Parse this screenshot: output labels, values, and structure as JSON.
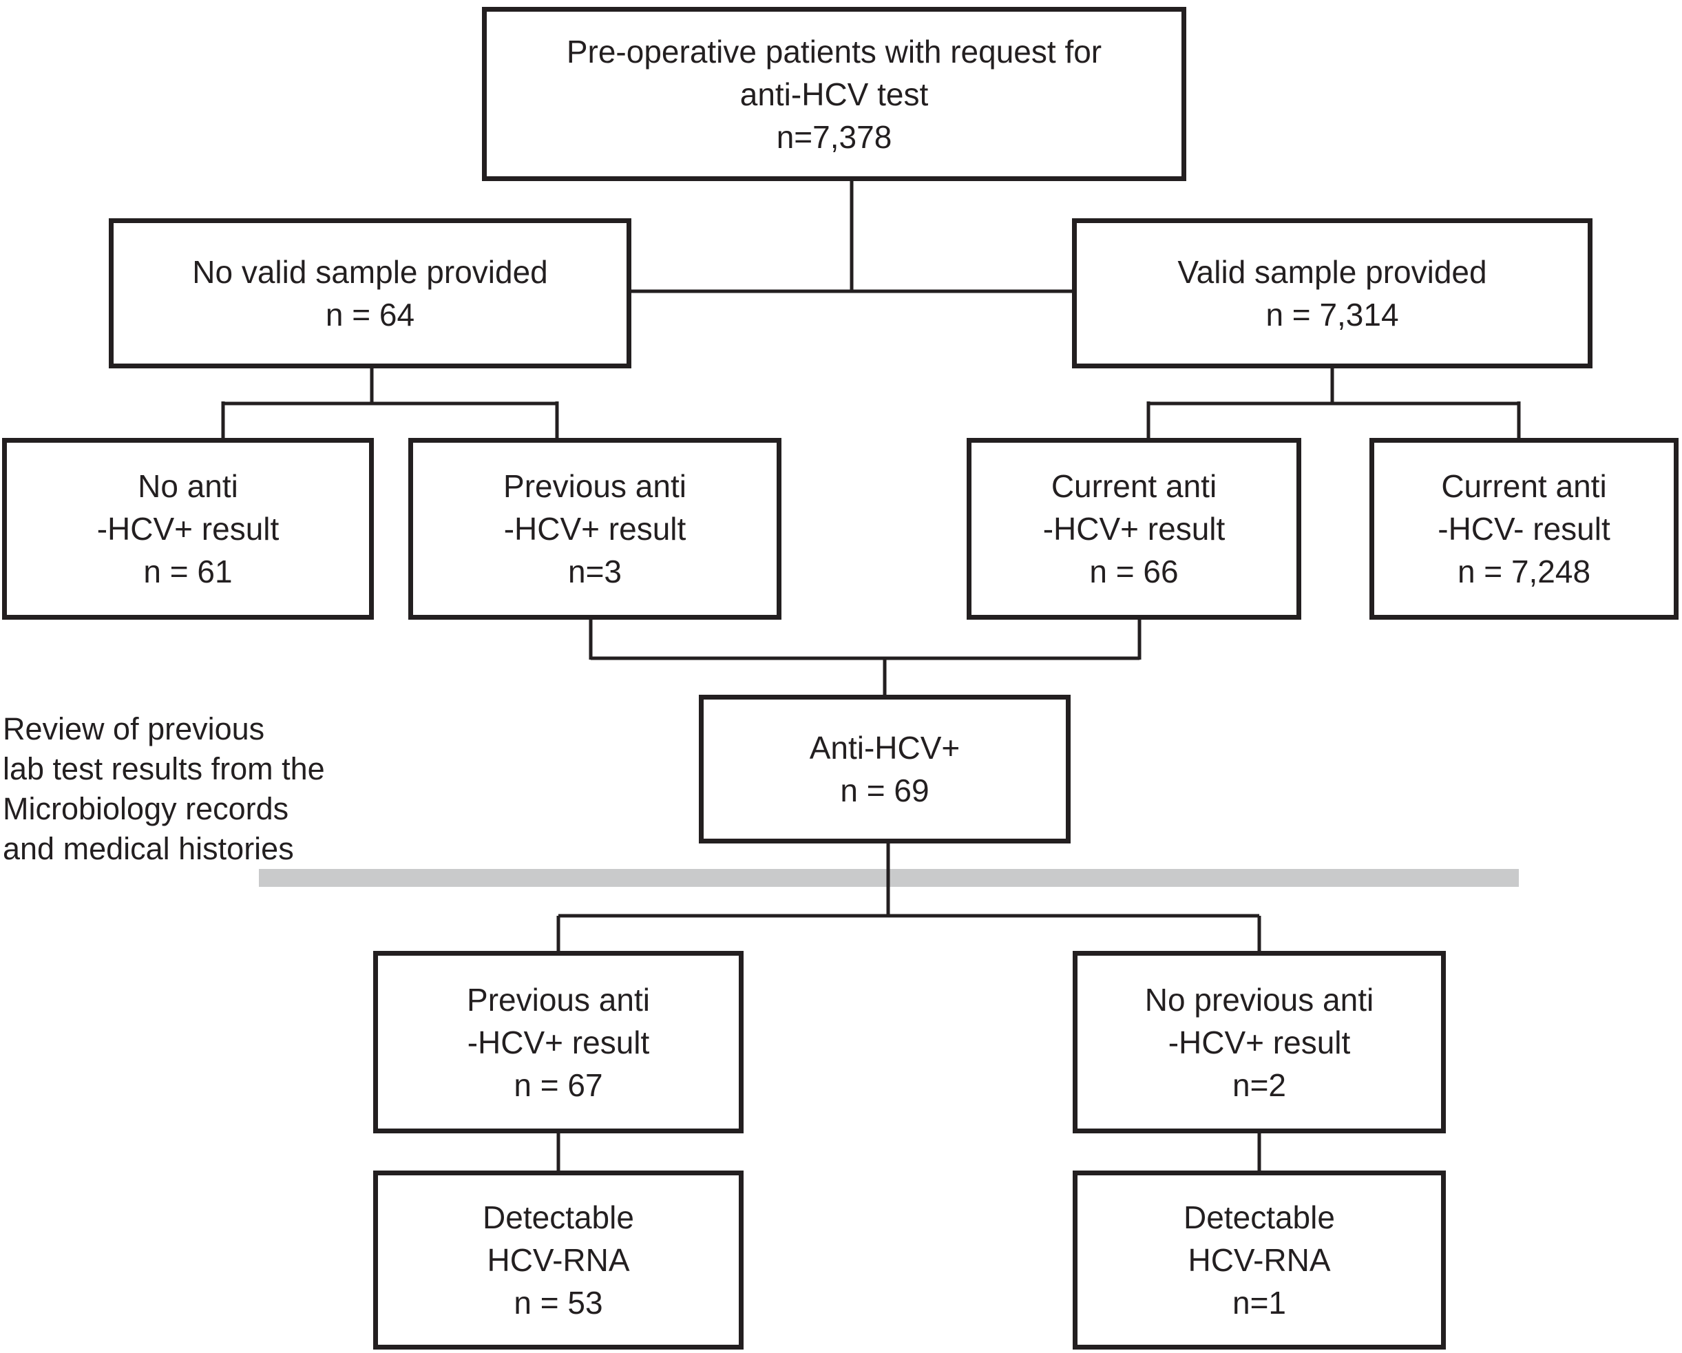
{
  "colors": {
    "line": "#231f20",
    "text": "#231f20",
    "gray_bar": "#c9cacb",
    "background": "#ffffff"
  },
  "boxes": {
    "preop": {
      "lines": [
        "Pre-operative patients with request for",
        "anti-HCV test",
        "n=7,378"
      ]
    },
    "no_valid_sample": {
      "lines": [
        "No valid sample provided",
        "n = 64"
      ]
    },
    "valid_sample": {
      "lines": [
        "Valid sample provided",
        "n = 7,314"
      ]
    },
    "no_anti_hcv": {
      "lines": [
        "No anti",
        "-HCV+ result",
        "n = 61"
      ]
    },
    "previous_anti_hcv_3": {
      "lines": [
        "Previous anti",
        "-HCV+ result",
        "n=3"
      ]
    },
    "current_anti_hcv_pos": {
      "lines": [
        "Current anti",
        "-HCV+ result",
        "n = 66"
      ]
    },
    "current_anti_hcv_neg": {
      "lines": [
        "Current anti",
        "-HCV- result",
        "n = 7,248"
      ]
    },
    "anti_hcv_pos": {
      "lines": [
        "Anti-HCV+",
        "n = 69"
      ]
    },
    "previous_anti_hcv_67": {
      "lines": [
        "Previous anti",
        "-HCV+ result",
        "n = 67"
      ]
    },
    "no_previous_anti_hcv_2": {
      "lines": [
        "No previous anti",
        "-HCV+ result",
        "n=2"
      ]
    },
    "detectable_rna_53": {
      "lines": [
        "Detectable",
        "HCV-RNA",
        "n = 53"
      ]
    },
    "detectable_rna_1": {
      "lines": [
        "Detectable",
        "HCV-RNA",
        "n=1"
      ]
    }
  },
  "side_note": {
    "lines": [
      "Review of previous",
      "lab test results from the",
      "Microbiology records",
      "and medical histories"
    ]
  }
}
